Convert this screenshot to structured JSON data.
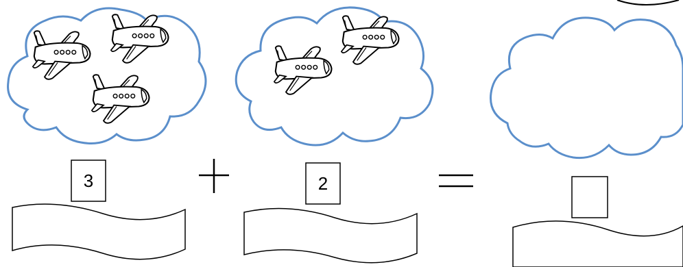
{
  "worksheet": {
    "groups": [
      {
        "id": "left",
        "airplane_count": 3,
        "number": "3",
        "cloud_color": "#5b8fcb"
      },
      {
        "id": "middle",
        "airplane_count": 2,
        "number": "2",
        "cloud_color": "#5b8fcb"
      }
    ],
    "operator": "+",
    "equals": "=",
    "result": {
      "number": "",
      "cloud_color": "#5b8fcb"
    }
  }
}
